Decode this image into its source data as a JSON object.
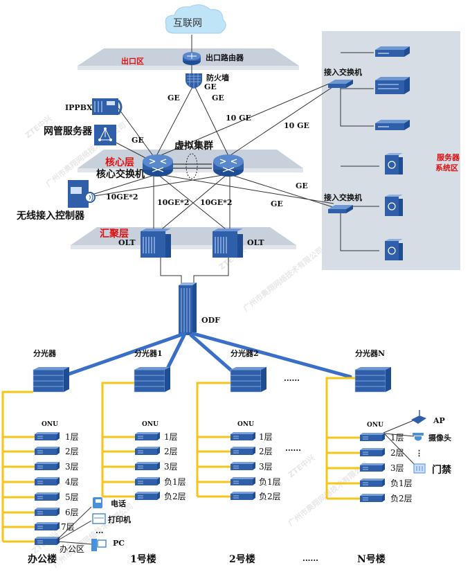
{
  "internet": "互联网",
  "exit_zone": {
    "label": "出口区",
    "router": "出口路由器",
    "firewall": "防火墙",
    "firewall_link": "GE"
  },
  "links": {
    "fw_left": "GE",
    "fw_right": "GE",
    "uplink_10ge_1": "10 GE",
    "uplink_10ge_2": "10 GE",
    "nms_link": "GE",
    "ge_lower_1": "GE",
    "ge_lower_2": "GE",
    "wlc_link": "10GE*2",
    "olt_link_1": "10GE*2",
    "olt_link_2": "10GE*2"
  },
  "devices": {
    "ippbx": "IPPBX",
    "nms": "网管服务器",
    "wlc": "无线接入控制器"
  },
  "core": {
    "label": "核心层",
    "switch": "核心交换机",
    "cluster": "虚拟集群"
  },
  "aggregation": {
    "label": "汇聚层",
    "olt_left": "OLT",
    "olt_right": "OLT"
  },
  "server_zone": {
    "label_line1": "服务器",
    "label_line2": "系统区",
    "switch_top": "接入交换机",
    "switch_bottom": "接入交换机"
  },
  "odf": "ODF",
  "splitter_gap": "......",
  "floor_gap": "......",
  "bottom_gap": "......",
  "buildings": [
    {
      "splitter": "分光器",
      "name": "办公楼",
      "onu": "ONU",
      "floors": [
        "1层",
        "2层",
        "3层",
        "4层",
        "5层",
        "6层",
        "7层"
      ],
      "extra": "办公区"
    },
    {
      "splitter": "分光器1",
      "name": "1号楼",
      "onu": "ONU",
      "floors": [
        "1层",
        "2层",
        "3层",
        "负1层",
        "负2层"
      ]
    },
    {
      "splitter": "分光器2",
      "name": "2号楼",
      "onu": "ONU",
      "floors": [
        "1层",
        "2层",
        "3层",
        "负1层",
        "负2层"
      ]
    },
    {
      "splitter": "分光器N",
      "name": "N号楼",
      "onu": "ONU",
      "floors": [
        "1层",
        "2层",
        "3层",
        "负1层",
        "负2层"
      ]
    }
  ],
  "office_devices": {
    "phone": "电话",
    "printer": "打印机",
    "more": "...",
    "pc": "PC"
  },
  "terminals": {
    "ap": "AP",
    "camera": "摄像头",
    "more": "⋮",
    "access_control": "门禁"
  },
  "watermark": {
    "logo": "ZTE中兴",
    "company": "广州市奥翔网络技术有限公司"
  },
  "colors": {
    "device_blue": "#2f5fa8",
    "fiber_blue": "#3a6fc8",
    "cable_yellow": "#f5c518",
    "zone_red": "#e01010",
    "server_panel": "#d6dde5"
  }
}
